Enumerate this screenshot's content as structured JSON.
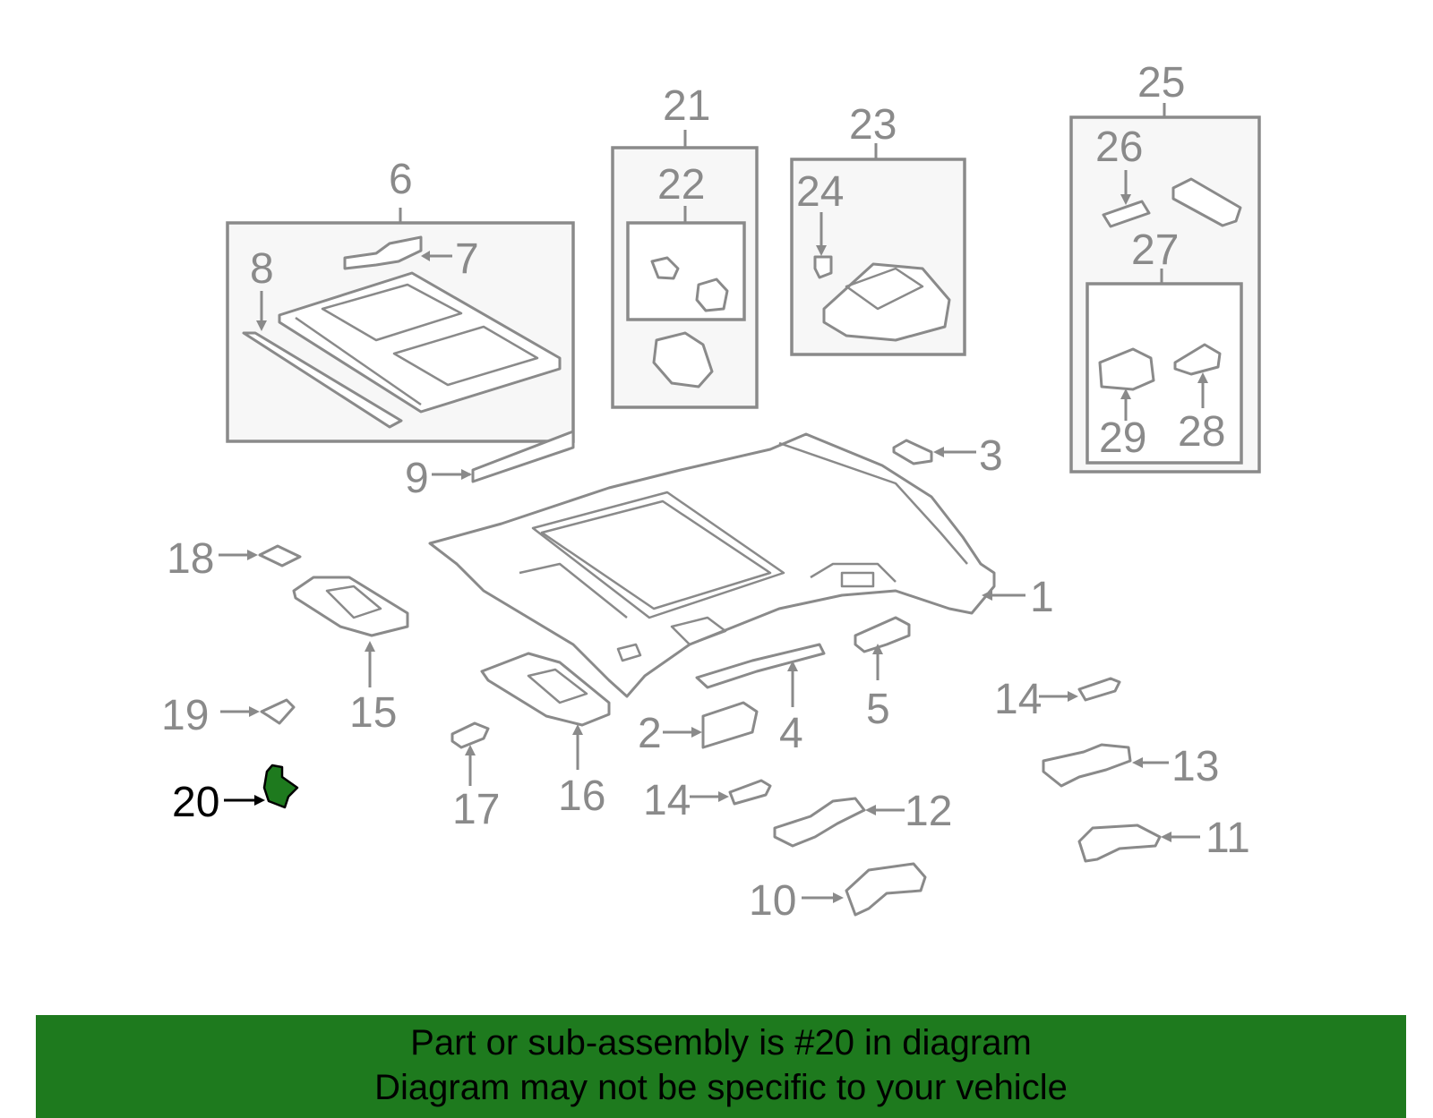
{
  "callouts": [
    {
      "id": "c1",
      "label": "1"
    },
    {
      "id": "c2",
      "label": "2"
    },
    {
      "id": "c3",
      "label": "3"
    },
    {
      "id": "c4",
      "label": "4"
    },
    {
      "id": "c5",
      "label": "5"
    },
    {
      "id": "c6",
      "label": "6"
    },
    {
      "id": "c7",
      "label": "7"
    },
    {
      "id": "c8",
      "label": "8"
    },
    {
      "id": "c9",
      "label": "9"
    },
    {
      "id": "c10",
      "label": "10"
    },
    {
      "id": "c11",
      "label": "11"
    },
    {
      "id": "c12",
      "label": "12"
    },
    {
      "id": "c13",
      "label": "13"
    },
    {
      "id": "c14a",
      "label": "14"
    },
    {
      "id": "c14b",
      "label": "14"
    },
    {
      "id": "c15",
      "label": "15"
    },
    {
      "id": "c16",
      "label": "16"
    },
    {
      "id": "c17",
      "label": "17"
    },
    {
      "id": "c18",
      "label": "18"
    },
    {
      "id": "c19",
      "label": "19"
    },
    {
      "id": "c20",
      "label": "20"
    },
    {
      "id": "c21",
      "label": "21"
    },
    {
      "id": "c22",
      "label": "22"
    },
    {
      "id": "c23",
      "label": "23"
    },
    {
      "id": "c24",
      "label": "24"
    },
    {
      "id": "c25",
      "label": "25"
    },
    {
      "id": "c26",
      "label": "26"
    },
    {
      "id": "c27",
      "label": "27"
    },
    {
      "id": "c28",
      "label": "28"
    },
    {
      "id": "c29",
      "label": "29"
    }
  ],
  "highlight": {
    "part_number": "20",
    "color": "#1e7a1e"
  },
  "banner": {
    "line1": "Part or sub-assembly is #20 in diagram",
    "line2": "Diagram may not be specific to your vehicle",
    "background": "#1e7a1e"
  }
}
